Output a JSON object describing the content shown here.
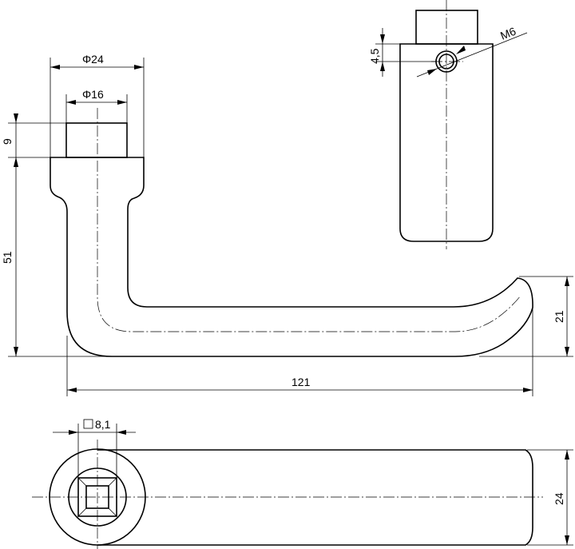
{
  "drawing": {
    "dimensions": {
      "rosette_diameter": "Φ24",
      "spindle_diameter": "Φ16",
      "collar_height": "9",
      "handle_height": "51",
      "handle_length": "121",
      "grip_height": "21",
      "square_size": "8,1",
      "bottom_width": "24",
      "screw_offset": "4,5",
      "screw_thread": "M6"
    }
  }
}
